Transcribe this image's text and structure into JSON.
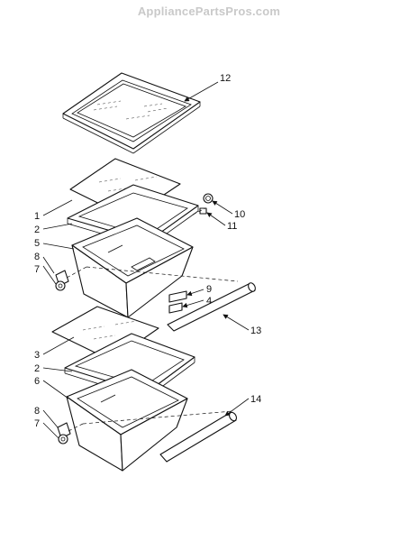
{
  "watermark": "AppliancePartsPros.com",
  "callouts": {
    "c1": "1",
    "c2a": "2",
    "c5": "5",
    "c8a": "8",
    "c7a": "7",
    "c9": "9",
    "c4": "4",
    "c10": "10",
    "c11": "11",
    "c12": "12",
    "c13": "13",
    "c3": "3",
    "c2b": "2",
    "c6": "6",
    "c8b": "8",
    "c7b": "7",
    "c14": "14"
  }
}
